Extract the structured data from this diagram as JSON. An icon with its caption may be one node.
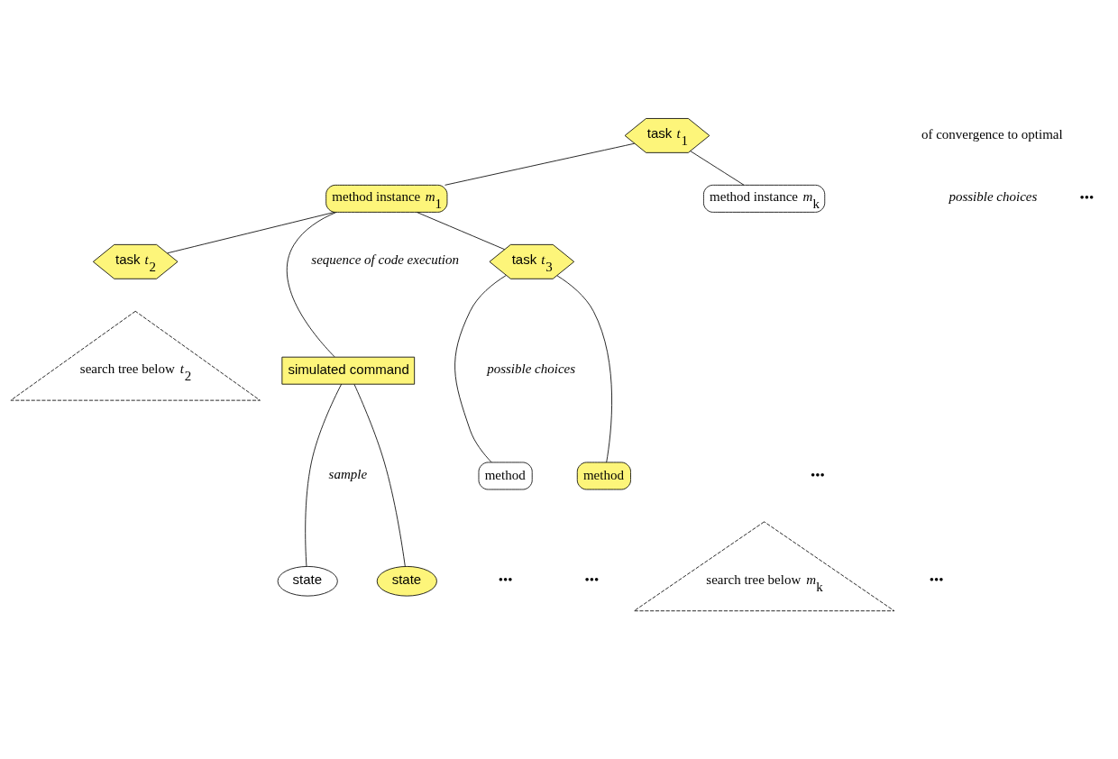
{
  "diagram": {
    "nodes": [
      {
        "text": [
          "task *t*$_{1}$"
        ]
      },
      {
        "text": [
          "method instance *m*$_{1}$"
        ]
      },
      {
        "text": [
          "method instance *m*$_{k}$"
        ]
      },
      {
        "text": [
          "search tree below *m*$_{k}$"
        ]
      },
      {
        "text": [
          "task *t*$_{2}$"
        ]
      },
      {
        "text": [
          "simulated command"
        ]
      },
      {
        "text": [
          "task *t*$_{3}$"
        ]
      },
      {
        "text": [
          "search tree below *t*$_{2}$"
        ]
      },
      {
        "text": [
          "state"
        ]
      },
      {
        "text": [
          "state"
        ]
      },
      {
        "text": [
          "method"
        ]
      },
      {
        "text": [
          "method"
        ]
      }
    ],
    "edges": [
      {
        "from": 0,
        "to": 1,
        "arrow": "none"
      },
      {
        "from": 0,
        "to": 2,
        "arrow": "none"
      },
      {
        "from": 1,
        "to": 4,
        "arrow": "none"
      },
      {
        "from": 1,
        "to": 5,
        "arrow": "none"
      },
      {
        "from": 1,
        "to": 6,
        "arrow": "none"
      },
      {
        "from": 5,
        "to": 8,
        "arrow": "none"
      },
      {
        "from": 5,
        "to": 9,
        "arrow": "none"
      },
      {
        "from": 6,
        "to": 10,
        "arrow": "none"
      },
      {
        "from": 6,
        "to": 11,
        "arrow": "none"
      }
    ],
    "labels": [
      "of convergence to optimal",
      "possible choices",
      "•••",
      "sequence of code execution",
      "sample",
      "•••",
      "possible choices",
      "•••",
      "•••",
      "•••"
    ]
  }
}
